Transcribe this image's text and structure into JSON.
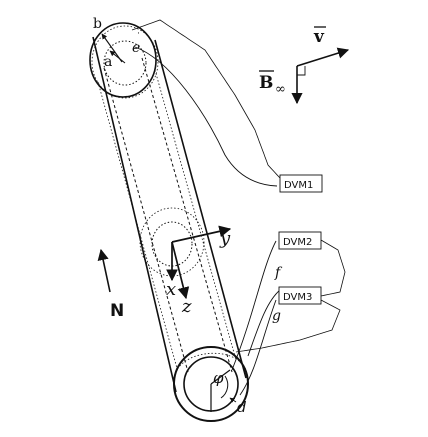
{
  "labels": {
    "a": "a",
    "b": "b",
    "e": "e",
    "x": "x",
    "y": "y",
    "z": "z",
    "f": "f",
    "g": "g",
    "d": "d",
    "phi": "φ",
    "north": "N",
    "v": "v",
    "b_infinity": "B",
    "infinity_sub": "∞"
  },
  "voltmeters": [
    {
      "label": "DVM1"
    },
    {
      "label": "DVM2"
    },
    {
      "label": "DVM3"
    }
  ]
}
